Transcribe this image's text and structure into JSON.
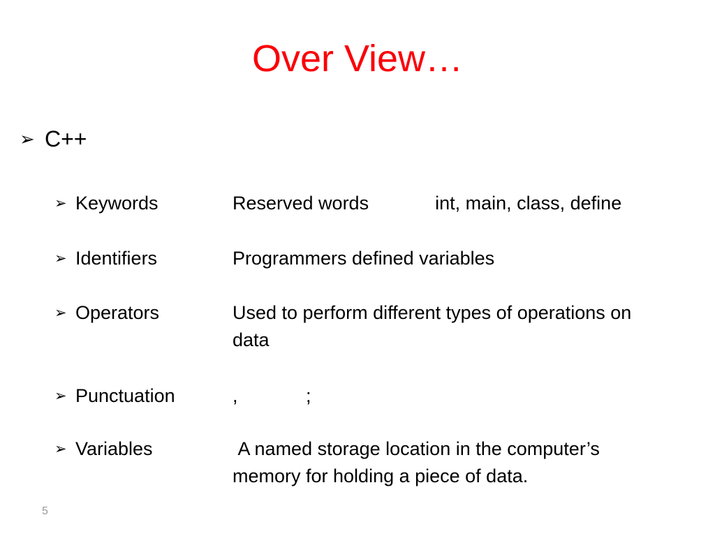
{
  "slide": {
    "title": "Over View…",
    "title_color": "#fa0007",
    "background_color": "#ffffff",
    "page_number": "5",
    "page_number_color": "#9a9a9a",
    "bullet_glyph": "➢",
    "topic": {
      "label": "C++"
    },
    "items": [
      {
        "term": "Keywords",
        "description": "Reserved words",
        "detail": "int, main, class, define"
      },
      {
        "term": "Identifiers",
        "description": "Programmers defined variables",
        "detail": ""
      },
      {
        "term": "Operators",
        "description": "Used to perform different types of operations on data",
        "detail": ""
      },
      {
        "term": "Punctuation",
        "description": ",",
        "detail": ";"
      },
      {
        "term": "Variables",
        "description": " A named storage location in the computer’s memory for holding a piece of data.",
        "detail": ""
      }
    ]
  }
}
